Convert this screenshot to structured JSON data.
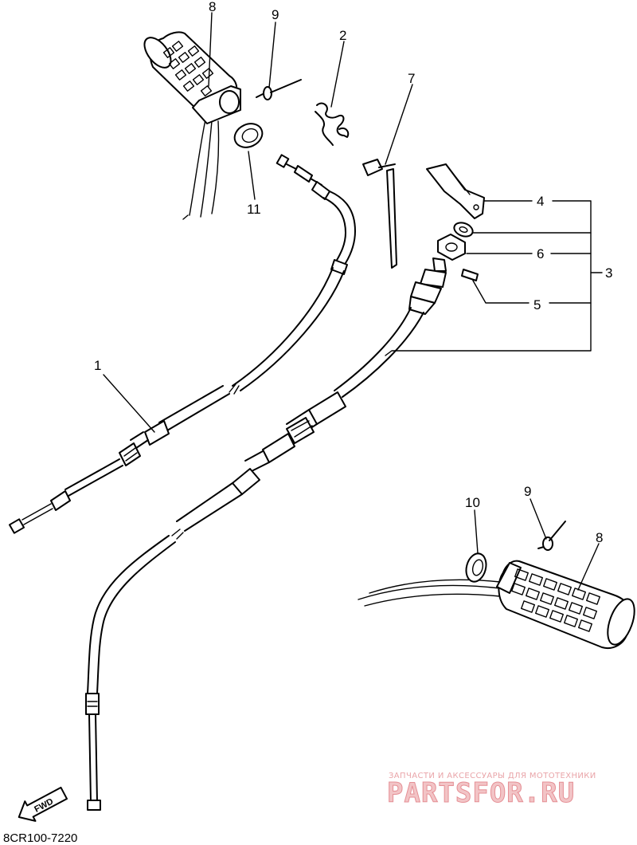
{
  "diagram": {
    "callouts": [
      {
        "id": "c8a",
        "label": "8"
      },
      {
        "id": "c9a",
        "label": "9"
      },
      {
        "id": "c2",
        "label": "2"
      },
      {
        "id": "c7",
        "label": "7"
      },
      {
        "id": "c11",
        "label": "11"
      },
      {
        "id": "c4",
        "label": "4"
      },
      {
        "id": "c6",
        "label": "6"
      },
      {
        "id": "c3",
        "label": "3"
      },
      {
        "id": "c5",
        "label": "5"
      },
      {
        "id": "c1",
        "label": "1"
      },
      {
        "id": "c10",
        "label": "10"
      },
      {
        "id": "c9b",
        "label": "9"
      },
      {
        "id": "c8b",
        "label": "8"
      }
    ],
    "fwd_label": "FWD",
    "diagram_code": "8CR100-7220"
  },
  "watermark": {
    "tagline": "ЗАПЧАСТИ И АКСЕССУАРЫ ДЛЯ МОТОТЕХНИКИ",
    "brand": "PARTSFOR.RU"
  },
  "colors": {
    "line": "#000000",
    "watermark_fill": "#f2c4c6",
    "watermark_stroke": "#e58f95"
  }
}
